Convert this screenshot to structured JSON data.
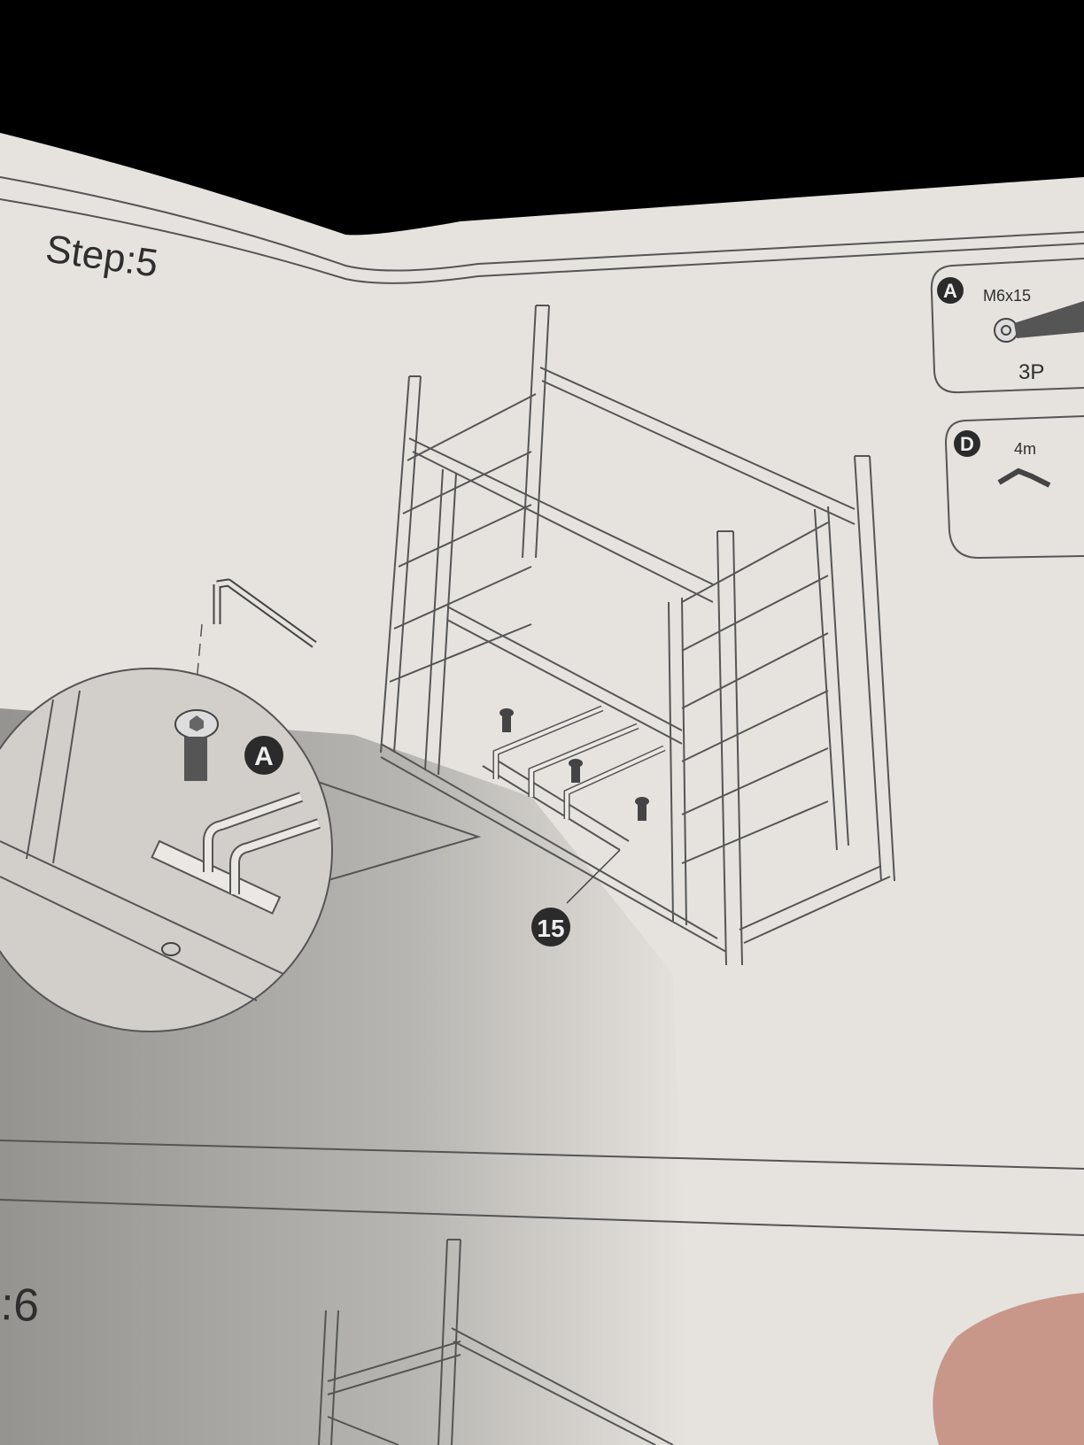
{
  "step_current": {
    "title": "Step:5"
  },
  "step_next": {
    "title": ":6"
  },
  "parts": [
    {
      "letter": "A",
      "spec": "M6x15",
      "qty": "3P"
    },
    {
      "letter": "D",
      "spec": "4m"
    }
  ],
  "callout": {
    "part_letter": "A",
    "component_number": "15"
  },
  "colors": {
    "paper": "#e6e3de",
    "ink": "#2e2e2e",
    "background": "#000000"
  }
}
